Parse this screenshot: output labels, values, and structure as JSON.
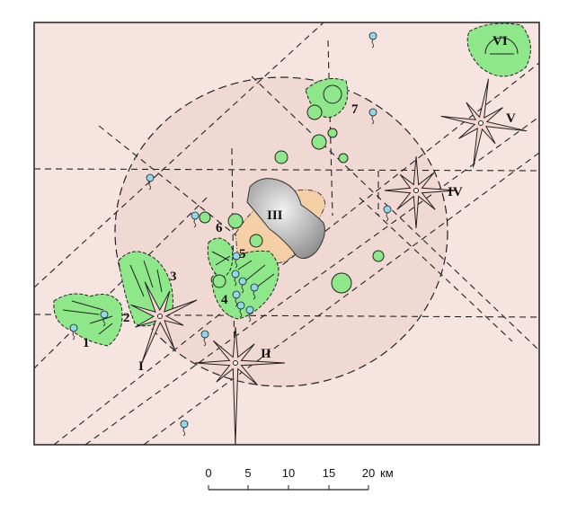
{
  "map": {
    "colors": {
      "background": "#f5e4e0",
      "green_zone": "#8ee88a",
      "orange_zone": "#f5cfa5",
      "grey_body": "#a8a8a8",
      "star_fill": "#f3d6cf",
      "spring": "#8fd8ea"
    },
    "structures": [
      {
        "id": "I",
        "label": "I"
      },
      {
        "id": "II",
        "label": "II"
      },
      {
        "id": "III",
        "label": "III"
      },
      {
        "id": "IV",
        "label": "IV"
      },
      {
        "id": "V",
        "label": "V"
      },
      {
        "id": "VI",
        "label": "VI"
      }
    ],
    "sites": [
      "1",
      "2",
      "3",
      "4",
      "5",
      "6",
      "7"
    ]
  },
  "scale_bar": {
    "ticks": [
      "0",
      "5",
      "10",
      "15",
      "20"
    ],
    "unit": "км"
  }
}
